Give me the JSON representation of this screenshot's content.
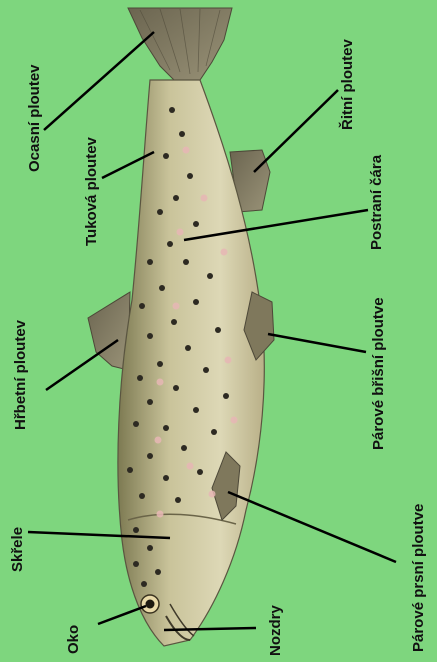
{
  "diagram": {
    "background_color": "#7ed67e",
    "subject": "trout",
    "labels": {
      "ocasni_ploutev": "Ocasní ploutev",
      "tukova_ploutev": "Tuková ploutev",
      "ritni_ploutev": "Řitní ploutev",
      "postrani_cara": "Postraní čára",
      "hrbetni_ploutev": "Hřbetní ploutev",
      "parove_brisni_ploutve": "Párové břišní ploutve",
      "skrele": "Skřele",
      "parove_prsni_ploutve": "Párové prsní ploutve",
      "oko": "Oko",
      "nozdry": "Nozdry"
    }
  }
}
